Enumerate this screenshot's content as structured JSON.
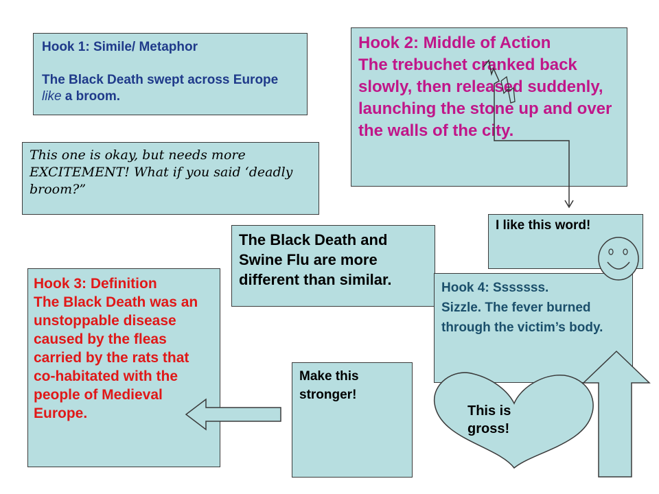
{
  "hook1": {
    "title": "Hook 1: Simile/ Metaphor",
    "line_before": "The Black Death swept across Europe ",
    "like_word": "like",
    "line_after": " a broom."
  },
  "comment1": {
    "text": "This one is okay, but needs more EXCITEMENT! What if you said ‘deadly broom?”"
  },
  "hook2": {
    "title": "Hook 2: Middle of Action",
    "body": "The trebuchet cranked back slowly, then released suddenly, launching the stone up and over the walls of the city."
  },
  "word_comment": {
    "text": "I like this word!"
  },
  "thesis": {
    "text": "The Black Death and Swine Flu are more different than similar."
  },
  "hook3": {
    "title": "Hook 3: Definition",
    "body": "The Black Death was an unstoppable disease caused by the fleas carried by the rats that co-habitated with the people of Medieval Europe."
  },
  "hook4": {
    "title": "Hook 4: Sssssss.",
    "body": "Sizzle.  The fever burned through the victim’s body."
  },
  "stronger_comment": {
    "text": "Make this stronger!"
  },
  "gross_comment": {
    "text": "This is gross!"
  },
  "colors": {
    "box_fill": "#b7dee0",
    "hook1_text": "#1f3a8a",
    "hook2_text": "#c01689",
    "hook3_text": "#e01818",
    "hook4_text": "#1b4f6b"
  },
  "icons": [
    "smiley-face-icon",
    "heart-shape-icon",
    "up-arrow-icon",
    "left-arrow-icon",
    "connector-arrow-icon"
  ]
}
